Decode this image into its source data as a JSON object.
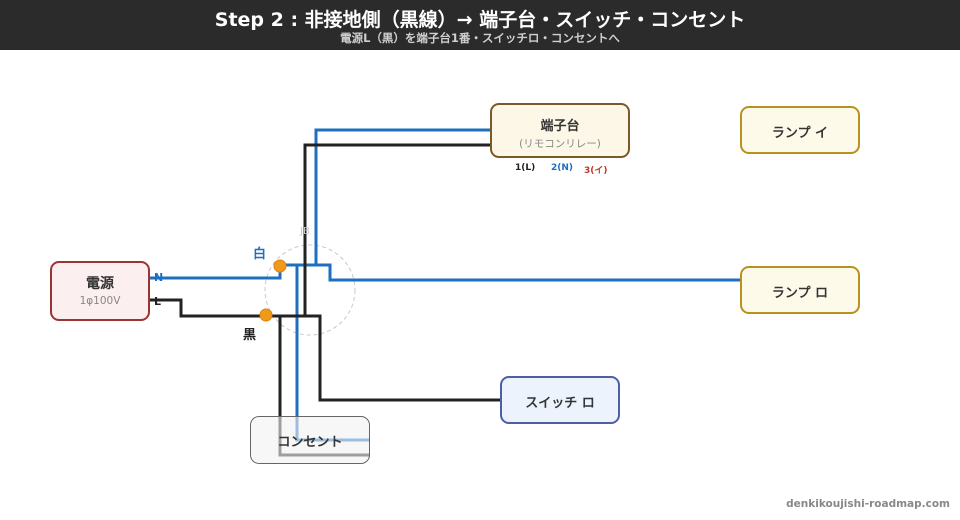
{
  "header": {
    "title": "Step 2 : 非接地側（黒線）→ 端子台・スイッチ・コンセント",
    "subtitle": "電源L（黒）を端子台1番・スイッチロ・コンセントへ"
  },
  "source": {
    "label": "電源",
    "sub": "1φ100V",
    "terminal_n": "N",
    "terminal_l": "L"
  },
  "terminal_block": {
    "label": "端子台",
    "sub": "(リモコンリレー)",
    "pins": [
      "1(L)",
      "2(N)",
      "3(イ)"
    ]
  },
  "lamp_i": {
    "label": "ランプ イ"
  },
  "lamp_ro": {
    "label": "ランプ ロ"
  },
  "switch_ro": {
    "label": "スイッチ ロ"
  },
  "outlet": {
    "label": "コンセント"
  },
  "junction": {
    "label": "JB"
  },
  "wire_labels": {
    "white": "白",
    "black": "黒"
  },
  "colors": {
    "neutral_wire": "#1e6fc0",
    "live_wire": "#222222",
    "splice_dot": "#f09a1a",
    "source_border": "#9c3434",
    "source_fill": "#fcefef",
    "terminal_border": "#7a5a28",
    "terminal_fill": "#fdf7e7",
    "lamp_border": "#b89220",
    "lamp_fill": "#fefaea",
    "switch_border": "#4e5fa8",
    "switch_fill": "#edf3fc",
    "outlet_border": "#666666",
    "outlet_fill": "#f2f2f2",
    "pin3": "#c0392b"
  },
  "footer": {
    "credit": "denkikoujishi-roadmap.com"
  }
}
